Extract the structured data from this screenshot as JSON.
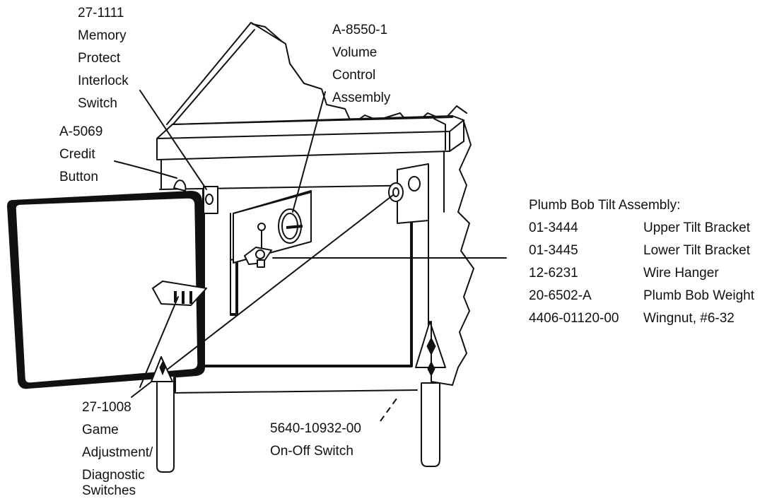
{
  "labels": {
    "memory_protect": {
      "part": "27-1111",
      "lines": [
        "Memory",
        "Protect",
        "Interlock",
        "Switch"
      ]
    },
    "volume_control": {
      "part": "A-8550-1",
      "lines": [
        "Volume",
        "Control",
        "Assembly"
      ]
    },
    "credit_button": {
      "part": "A-5069",
      "lines": [
        "Credit",
        "Button"
      ]
    },
    "game_adjustment": {
      "part": "27-1008",
      "lines": [
        "Game",
        "Adjustment/",
        "Diagnostic",
        "Switches"
      ]
    },
    "on_off_switch": {
      "part": "5640-10932-00",
      "lines": [
        "On-Off Switch"
      ]
    }
  },
  "plumb_bob": {
    "title": "Plumb Bob Tilt Assembly:",
    "parts": [
      {
        "number": "01-3444",
        "description": "Upper Tilt Bracket"
      },
      {
        "number": "01-3445",
        "description": "Lower Tilt Bracket"
      },
      {
        "number": "12-6231",
        "description": "Wire Hanger"
      },
      {
        "number": "20-6502-A",
        "description": "Plumb Bob Weight"
      },
      {
        "number": "4406-01120-00",
        "description": "Wingnut, #6-32"
      }
    ]
  }
}
